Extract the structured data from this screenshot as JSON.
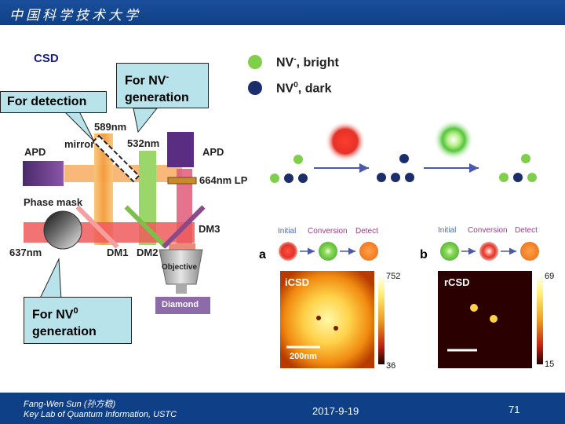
{
  "header": {
    "title": "中国科学技术大学"
  },
  "callouts": {
    "csd": "CSD",
    "for_detection": "For detection",
    "for_nvminus_prefix": "For NV",
    "for_nvminus_sup": "-",
    "for_nvminus_suffix": "generation",
    "for_nv0_prefix": "For NV",
    "for_nv0_sup": "0",
    "for_nv0_suffix": "generation"
  },
  "legend": [
    {
      "prefix": "NV",
      "sup": "-",
      "suffix": ", bright",
      "color": "#7fcf4a"
    },
    {
      "prefix": "NV",
      "sup": "0",
      "suffix": ", dark",
      "color": "#1c2d6b"
    }
  ],
  "setup": {
    "apd_left": "APD",
    "mirror": "mirror",
    "nm589": "589nm",
    "nm532": "532nm",
    "apd_right": "APD",
    "lp": "664nm  LP",
    "phase_mask": "Phase mask",
    "dm3": "DM3",
    "nm637": "637nm",
    "dm1": "DM1",
    "dm2": "DM2",
    "objective": "Objective",
    "diamond": "Diamond"
  },
  "panel_a": {
    "letter": "a",
    "steps": [
      "Initial",
      "Conversion",
      "Detect"
    ],
    "map_title": "iCSD",
    "scale_label": "200nm",
    "cbar_max": "752",
    "cbar_min": "36"
  },
  "panel_b": {
    "letter": "b",
    "steps": [
      "Initial",
      "Conversion",
      "Detect"
    ],
    "map_title": "rCSD",
    "cbar_max": "69",
    "cbar_min": "15"
  },
  "footer": {
    "author": "Fang-Wen Sun (孙方稳)",
    "lab": "Key Lab of Quantum Information, USTC",
    "date": "2017-9-19",
    "page": "71"
  },
  "colors": {
    "header_blue": "#0f3f86",
    "callout_fill": "#b9e3ea",
    "nv_bright": "#7fcf4a",
    "nv_dark": "#1c2d6b"
  }
}
